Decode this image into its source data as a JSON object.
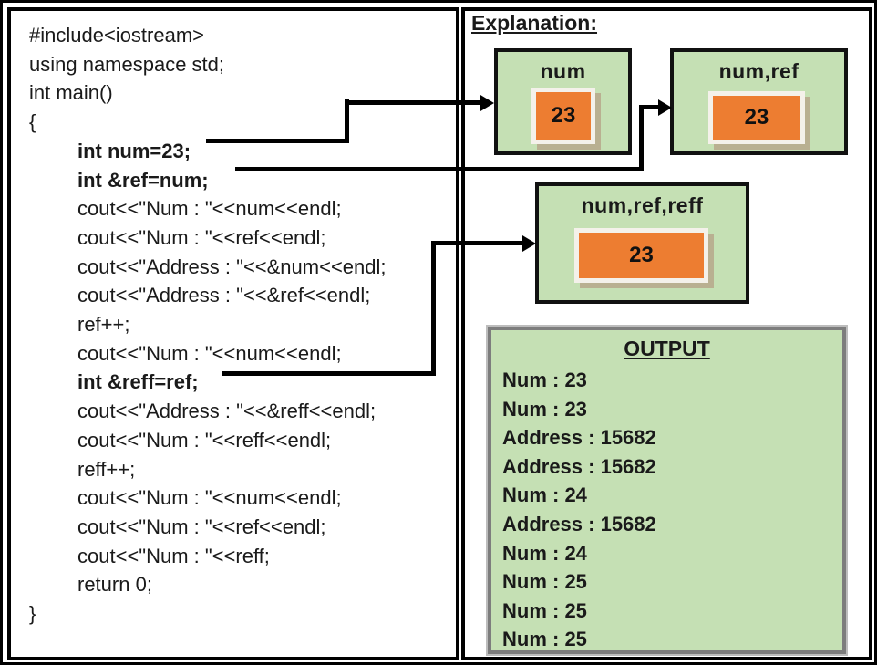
{
  "panels": {
    "code": {
      "lines": [
        {
          "text": "#include<iostream>",
          "bold": false,
          "indent": 0
        },
        {
          "text": "using namespace std;",
          "bold": false,
          "indent": 0
        },
        {
          "text": "int main()",
          "bold": false,
          "indent": 0
        },
        {
          "text": "{",
          "bold": false,
          "indent": 0
        },
        {
          "text": "int num=23;",
          "bold": true,
          "indent": 1
        },
        {
          "text": "int &ref=num;",
          "bold": true,
          "indent": 1
        },
        {
          "text": "cout<<\"Num : \"<<num<<endl;",
          "bold": false,
          "indent": 1
        },
        {
          "text": "cout<<\"Num : \"<<ref<<endl;",
          "bold": false,
          "indent": 1
        },
        {
          "text": "cout<<\"Address : \"<<&num<<endl;",
          "bold": false,
          "indent": 1
        },
        {
          "text": "cout<<\"Address : \"<<&ref<<endl;",
          "bold": false,
          "indent": 1
        },
        {
          "text": "ref++;",
          "bold": false,
          "indent": 1
        },
        {
          "text": "cout<<\"Num : \"<<num<<endl;",
          "bold": false,
          "indent": 1
        },
        {
          "text": "int &reff=ref;",
          "bold": true,
          "indent": 1
        },
        {
          "text": "cout<<\"Address : \"<<&reff<<endl;",
          "bold": false,
          "indent": 1
        },
        {
          "text": "cout<<\"Num : \"<<reff<<endl;",
          "bold": false,
          "indent": 1
        },
        {
          "text": "reff++;",
          "bold": false,
          "indent": 1
        },
        {
          "text": "cout<<\"Num : \"<<num<<endl;",
          "bold": false,
          "indent": 1
        },
        {
          "text": "cout<<\"Num : \"<<ref<<endl;",
          "bold": false,
          "indent": 1
        },
        {
          "text": "cout<<\"Num : \"<<reff;",
          "bold": false,
          "indent": 1
        },
        {
          "text": "return 0;",
          "bold": false,
          "indent": 1
        },
        {
          "text": "}",
          "bold": false,
          "indent": 0
        }
      ]
    },
    "explanation": {
      "heading": "Explanation:",
      "boxes": [
        {
          "label": "num",
          "value": "23"
        },
        {
          "label": "num,ref",
          "value": "23"
        },
        {
          "label": "num,ref,reff",
          "value": "23"
        }
      ],
      "output": {
        "title": "OUTPUT",
        "lines": [
          "Num : 23",
          "Num : 23",
          "Address : 15682",
          "Address : 15682",
          "Num : 24",
          "Address : 15682",
          "Num : 24",
          "Num : 25",
          "Num : 25",
          "Num : 25"
        ]
      }
    }
  },
  "colors": {
    "box_green": "#C5E0B4",
    "value_orange": "#ED7D31",
    "chip_frame": "#f4f1ea",
    "chip_shadow_tan": "#b9b091",
    "output_border_gray": "#7d7d7d",
    "line_black": "#000000"
  }
}
